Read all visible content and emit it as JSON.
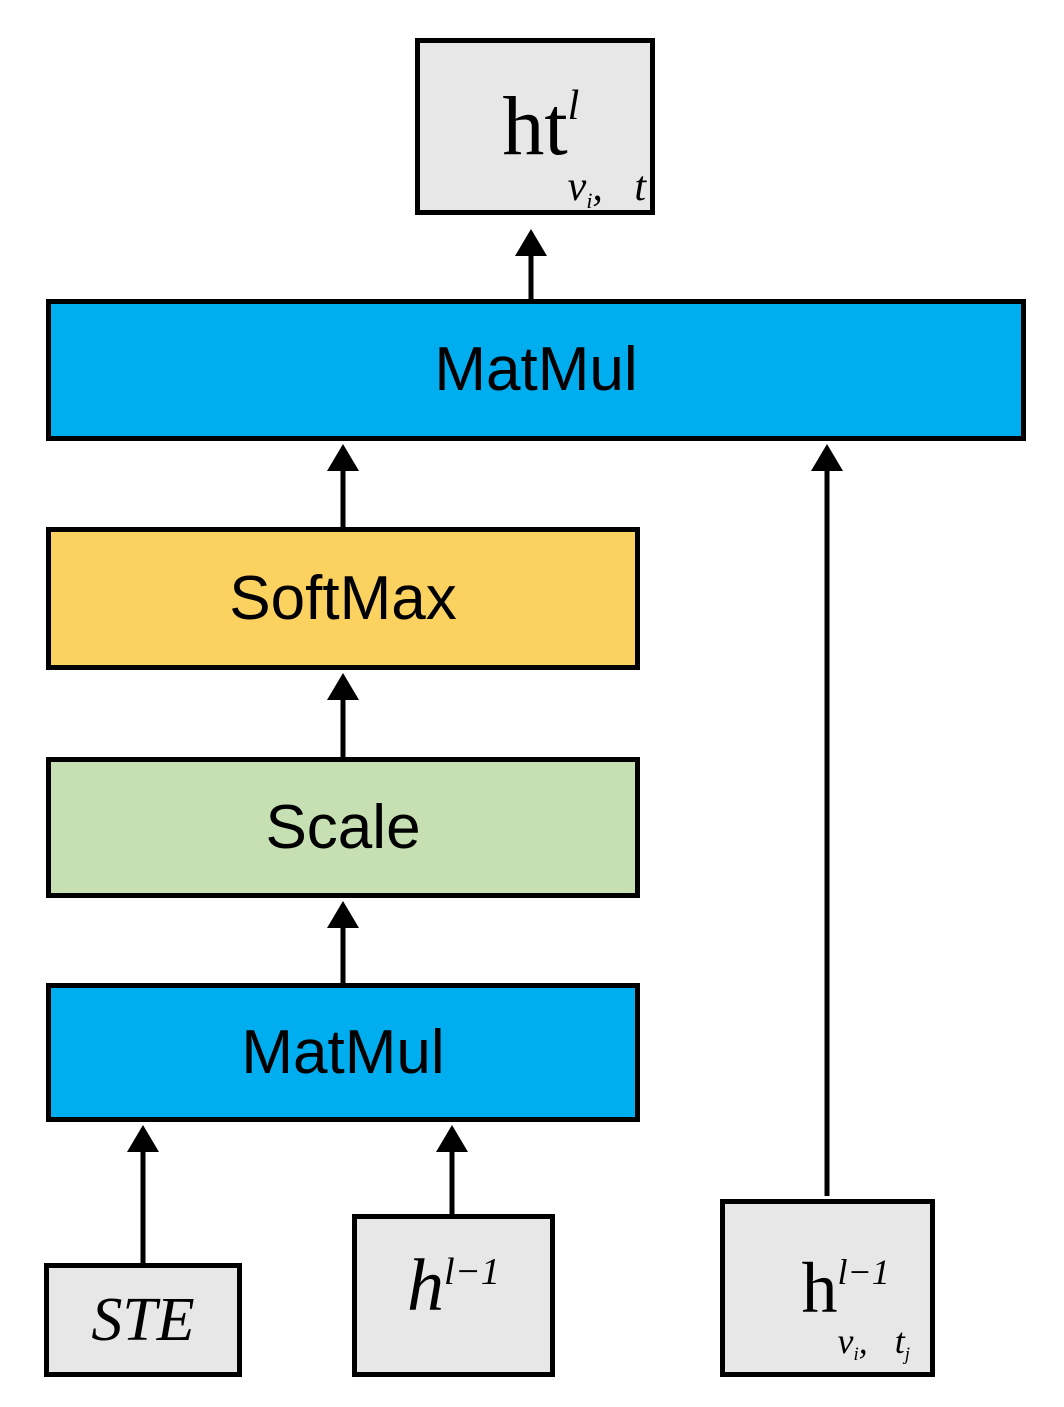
{
  "diagram": {
    "title": "Attention block dataflow diagram",
    "background": "#ffffff",
    "colors": {
      "matmul": "#00aeef",
      "softmax": "#fbd15f",
      "scale": "#c6e0b4",
      "variable": "#e7e7e7",
      "outline": "#000000",
      "arrow": "#000000"
    }
  },
  "nodes": {
    "output": {
      "kind": "variable",
      "base": "ht",
      "superscript": "l",
      "subscript": "v_i, t",
      "sub_first": "v",
      "sub_first_index": "i",
      "sub_comma": ",",
      "sub_second": "t",
      "plain": "ht^l_{v_i, t}"
    },
    "matmul_top": {
      "kind": "operation",
      "label": "MatMul",
      "color": "#00aeef"
    },
    "softmax": {
      "kind": "operation",
      "label": "SoftMax",
      "color": "#fbd15f"
    },
    "scale": {
      "kind": "operation",
      "label": "Scale",
      "color": "#c6e0b4"
    },
    "matmul_bottom": {
      "kind": "operation",
      "label": "MatMul",
      "color": "#00aeef"
    },
    "ste": {
      "kind": "variable",
      "label": "STE",
      "plain": "STE"
    },
    "h_prev": {
      "kind": "variable",
      "base": "h",
      "superscript": "l−1",
      "plain": "h^{l-1}"
    },
    "h_prev_indexed": {
      "kind": "variable",
      "base": "h",
      "superscript": "l−1",
      "sub_first": "v",
      "sub_first_index": "i",
      "sub_comma": ",",
      "sub_second": "t",
      "sub_second_index": "j",
      "plain": "h^{l-1}_{v_i, t_j}"
    }
  },
  "edges": [
    {
      "name": "matmul-top-to-output",
      "from": "matmul_top",
      "to": "output"
    },
    {
      "name": "softmax-to-matmul-top",
      "from": "softmax",
      "to": "matmul_top"
    },
    {
      "name": "h-indexed-to-matmul-top",
      "from": "h_prev_indexed",
      "to": "matmul_top"
    },
    {
      "name": "scale-to-softmax",
      "from": "scale",
      "to": "softmax"
    },
    {
      "name": "matmul-bottom-to-scale",
      "from": "matmul_bottom",
      "to": "scale"
    },
    {
      "name": "ste-to-matmul-bottom",
      "from": "ste",
      "to": "matmul_bottom"
    },
    {
      "name": "h-prev-to-matmul-bottom",
      "from": "h_prev",
      "to": "matmul_bottom"
    }
  ]
}
